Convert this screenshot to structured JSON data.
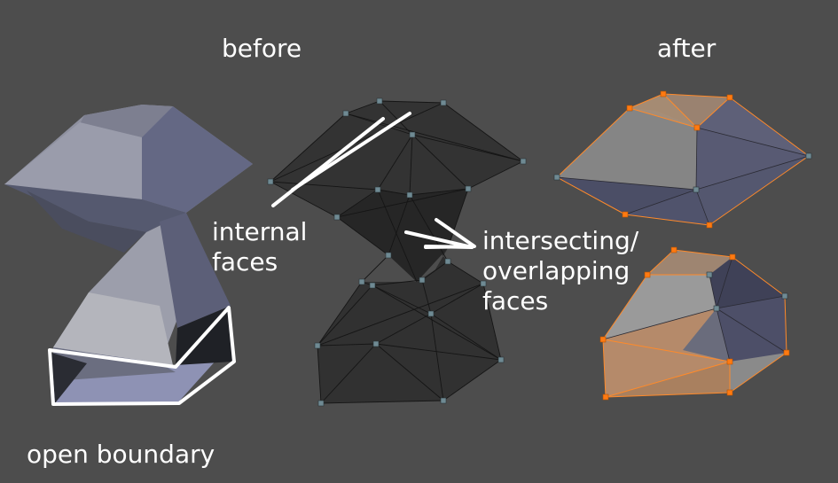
{
  "labels": {
    "before": "before",
    "after": "after",
    "internal_faces_line1": "internal",
    "internal_faces_line2": "faces",
    "intersecting_line1": "intersecting/",
    "intersecting_line2": "overlapping",
    "intersecting_line3": "faces",
    "open_boundary": "open boundary"
  },
  "colors": {
    "background": "#4d4d4d",
    "annotation": "#ffffff",
    "selected_vertex": "#ff7a12",
    "vertex": "#6f8a93",
    "wireframe_face": "#2e2e2e"
  }
}
